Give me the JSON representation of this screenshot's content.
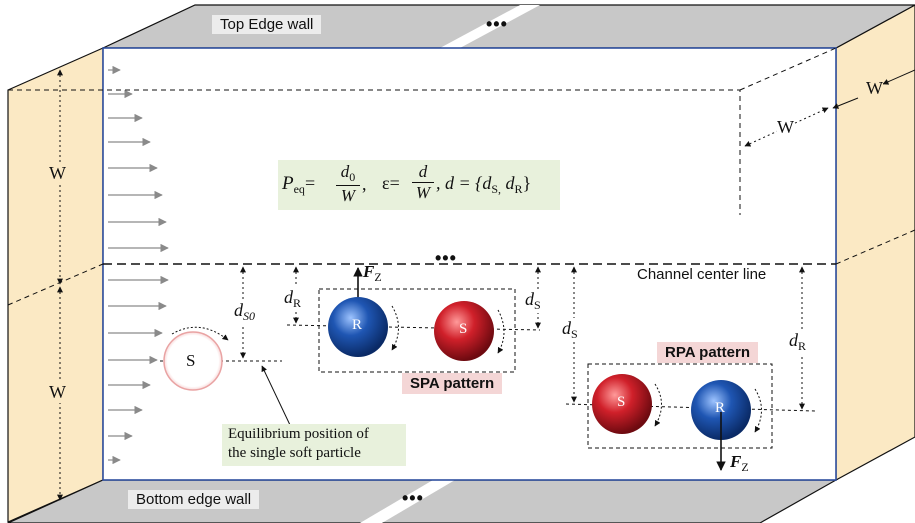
{
  "walls": {
    "top_label": "Top Edge wall",
    "bottom_label": "Bottom edge wall",
    "ellipsis": "•••"
  },
  "dimensions": {
    "width_symbol": "W",
    "ds0": "d",
    "ds0_sub": "S0",
    "dR": "d",
    "dR_sub": "R",
    "dS": "d",
    "dS_sub": "S"
  },
  "equation": {
    "P": "P",
    "eq_sub": "eq",
    "equals": "=",
    "num1": "d",
    "num1_sub": "0",
    "den1": "W",
    "comma": ",",
    "eps": "ε",
    "num2": "d",
    "den2": "W",
    "d_set": ", d = {d",
    "set_s": "S,",
    "set_mid": " d",
    "set_r": "R",
    "close": "}"
  },
  "labels": {
    "center_line": "Channel center line",
    "spa": "SPA pattern",
    "rpa": "RPA pattern",
    "equilibrium_line1": "Equilibrium position of",
    "equilibrium_line2": "the single soft particle",
    "force": "F",
    "force_sub": "Z"
  },
  "particles": {
    "single": "S",
    "spa_r": "R",
    "spa_s": "S",
    "rpa_s": "S",
    "rpa_r": "R"
  },
  "colors": {
    "side_face": "#fbe9c4",
    "wall_face": "#c8c8c8",
    "channel_border": "#2f4f9e",
    "red_particle": "#d0202a",
    "blue_particle": "#1f56b3",
    "flow_arrow": "#8a8a8a"
  }
}
